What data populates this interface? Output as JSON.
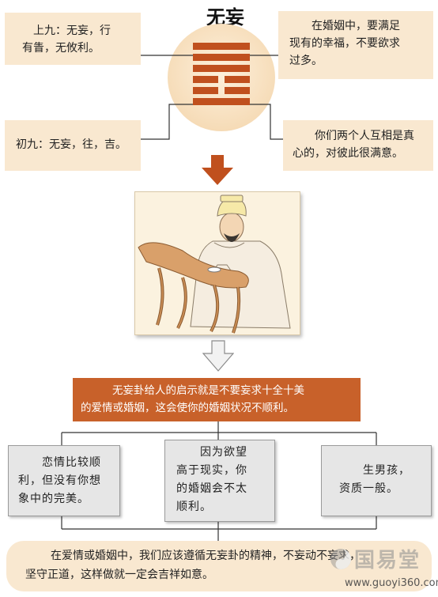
{
  "hexagram": {
    "title": "无妄"
  },
  "upper_line": {
    "text_l1": "上九：无妄，行",
    "text_l2": "有眚，无攸利。",
    "explain_l1": "在婚姻中，要满足",
    "explain_l2": "现有的幸福，不要欲求",
    "explain_l3": "过多。"
  },
  "lower_line": {
    "text": "初九：无妄，往，吉。",
    "explain_l1": "你们两个人互相是真",
    "explain_l2": "心的，对彼此很满意。"
  },
  "summary": {
    "line1": "无妄卦给人的启示就是不要妄求十全十美",
    "line2": "的爱情或婚姻，这会使你的婚姻状况不顺利。"
  },
  "outcomes": [
    {
      "l1": "恋情比较顺",
      "l2": "利，但没有你想",
      "l3": "象中的完美。",
      "l4": ""
    },
    {
      "l1": "因为欲望",
      "l2": "高于现实，你",
      "l3": "的婚姻会不太",
      "l4": "顺利。"
    },
    {
      "l1": "生男孩，",
      "l2": "资质一般。",
      "l3": "",
      "l4": ""
    }
  ],
  "conclusion": {
    "line1": "在爱情或婚姻中，我们应该遵循无妄卦的精神，不妄动不妄求，",
    "line2": "坚守正道，这样做就一定会吉祥如意。"
  },
  "watermark": {
    "name": "国易堂",
    "url": "www.guoyi360.com"
  },
  "colors": {
    "accent": "#c0501e",
    "box_tan": "#f9e8d0",
    "box_grey": "#e6e6e6"
  }
}
